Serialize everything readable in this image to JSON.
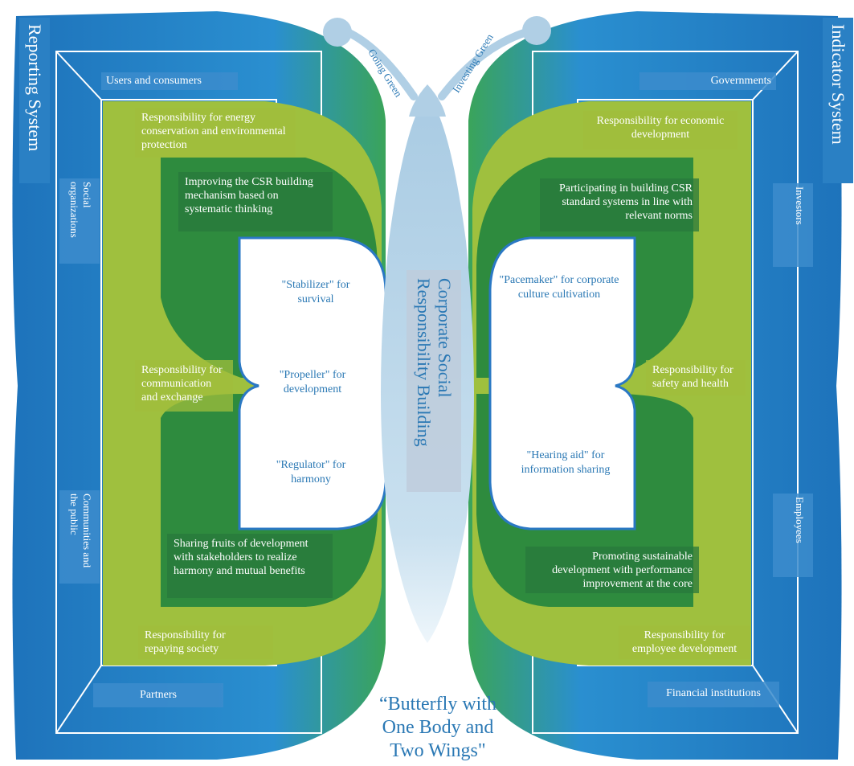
{
  "titles": {
    "left_system": "Reporting System",
    "right_system": "Indicator System",
    "center": "Corporate Social Responsibility Building",
    "caption_line1": "“Butterfly with",
    "caption_line2": "One Body and",
    "caption_line3": "Two Wings\""
  },
  "antennae": {
    "left": "Going Green",
    "right": "Investing Green"
  },
  "stakeholders": {
    "users": "Users and consumers",
    "social": "Social organizations",
    "communities": "Communities and the public",
    "partners": "Partners",
    "governments": "Governments",
    "investors": "Investors",
    "employees": "Employees",
    "financial": "Financial institutions"
  },
  "responsibilities": {
    "energy": "Responsibility for energy conservation and environmental protection",
    "communication": "Responsibility for communication and exchange",
    "repaying": "Responsibility for repaying society",
    "economic": "Responsibility for economic development",
    "safety": "Responsibility for safety and health",
    "employee_dev": "Responsibility for employee development"
  },
  "mechanisms": {
    "improving": "Improving the CSR building mechanism based on systematic thinking",
    "sharing": "Sharing fruits of development with stakeholders to realize harmony and mutual benefits",
    "participating": "Participating in building CSR standard systems in line with relevant norms",
    "promoting": "Promoting sustainable development with performance improvement at the core"
  },
  "roles": {
    "stabilizer": "\"Stabilizer\" for survival",
    "propeller": "\"Propeller\" for development",
    "regulator": "\"Regulator\" for harmony",
    "pacemaker": "\"Pacemaker\" for corporate culture cultivation",
    "hearing": "\"Hearing aid\" for information sharing"
  },
  "colors": {
    "blue": "#2a80c4",
    "blue_dark": "#1a6db0",
    "light_green": "#9fc03e",
    "dark_green": "#2e8b3e",
    "body": "#b9d6e8",
    "text_blue": "#2a78b4"
  }
}
